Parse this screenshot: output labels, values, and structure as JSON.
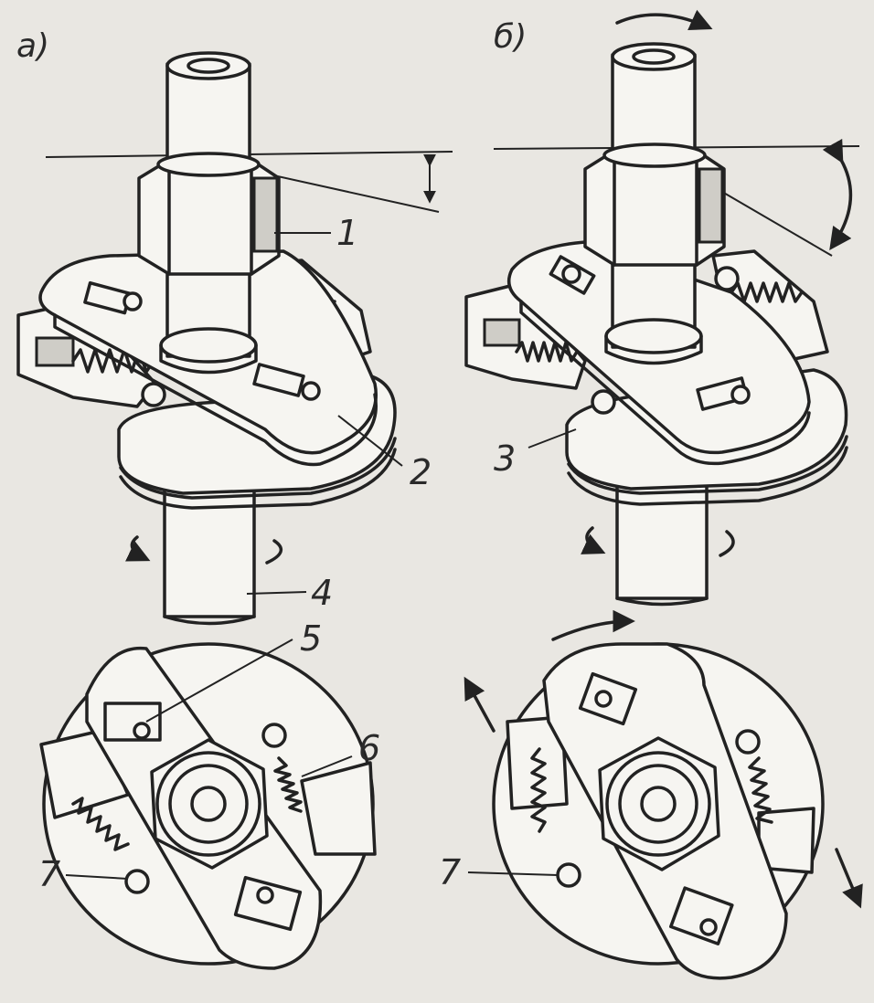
{
  "panels": {
    "a": "а)",
    "b": "б)"
  },
  "callouts": {
    "c1": "1",
    "c2": "2",
    "c3": "3",
    "c4": "4",
    "c5": "5",
    "c6": "6",
    "c7a": "7",
    "c7b": "7"
  },
  "colors": {
    "ink": "#222222",
    "paper": "#e9e7e2",
    "face": "#f6f5f1",
    "shade": "#cfcdc7"
  }
}
